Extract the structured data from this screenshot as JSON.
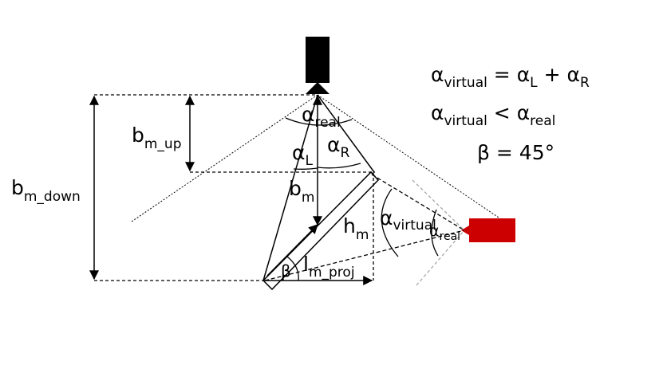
{
  "labels": {
    "b_m_up": {
      "base": "b",
      "sub": "m_up"
    },
    "b_m_down": {
      "base": "b",
      "sub": "m_down"
    },
    "b_m": {
      "base": "b",
      "sub": "m"
    },
    "h_m": {
      "base": "h",
      "sub": "m"
    },
    "l_m_proj": {
      "base": "l",
      "sub": "m_proj"
    },
    "alpha_real_top": {
      "base": "α",
      "sub": "real"
    },
    "alpha_L": {
      "base": "α",
      "sub": "L"
    },
    "alpha_R": {
      "base": "α",
      "sub": "R"
    },
    "alpha_virtual": {
      "base": "α",
      "sub": "virtual"
    },
    "alpha_real_side": {
      "base": "α",
      "sub": "real"
    },
    "beta": "β"
  },
  "equations": {
    "eq1": {
      "lhs_base": "α",
      "lhs_sub": "virtual",
      "op": " = ",
      "t1_base": "α",
      "t1_sub": "L",
      "plus": " + ",
      "t2_base": "α",
      "t2_sub": "R"
    },
    "eq2": {
      "lhs_base": "α",
      "lhs_sub": "virtual",
      "op": " < ",
      "rhs_base": "α",
      "rhs_sub": "real"
    },
    "eq3": "β = 45°"
  },
  "colors": {
    "camera_top": "#000000",
    "camera_side": "#cc0000",
    "line": "#000000",
    "dashed_grey": "#aaaaaa"
  }
}
